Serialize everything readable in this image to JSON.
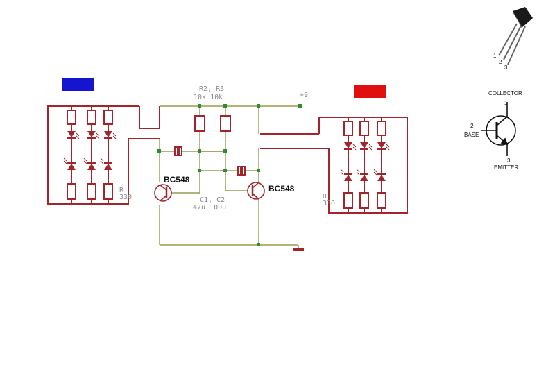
{
  "labels": {
    "r2r3": "R2, R3",
    "r2r3_values": "10k  10k",
    "supply": "+9",
    "c1c2": "C1, C2",
    "c1c2_values": "47u 100u",
    "q1": "BC548",
    "q2": "BC548",
    "r_left": "R",
    "r_left_value": "330",
    "r_right": "R",
    "r_right_value": "330"
  },
  "pinout": {
    "pin1": "1",
    "pin2": "2",
    "pin3": "3",
    "collector": "COLLECTOR",
    "base": "BASE",
    "emitter": "EMITTER",
    "num_collector": "1",
    "num_base": "2",
    "num_emitter": "3"
  },
  "colors": {
    "wire_red": "#a3242b",
    "wire_olive": "#9a9a50",
    "node": "#2e8b2e",
    "blue_indicator": "#1515d0",
    "red_indicator": "#e01010"
  }
}
